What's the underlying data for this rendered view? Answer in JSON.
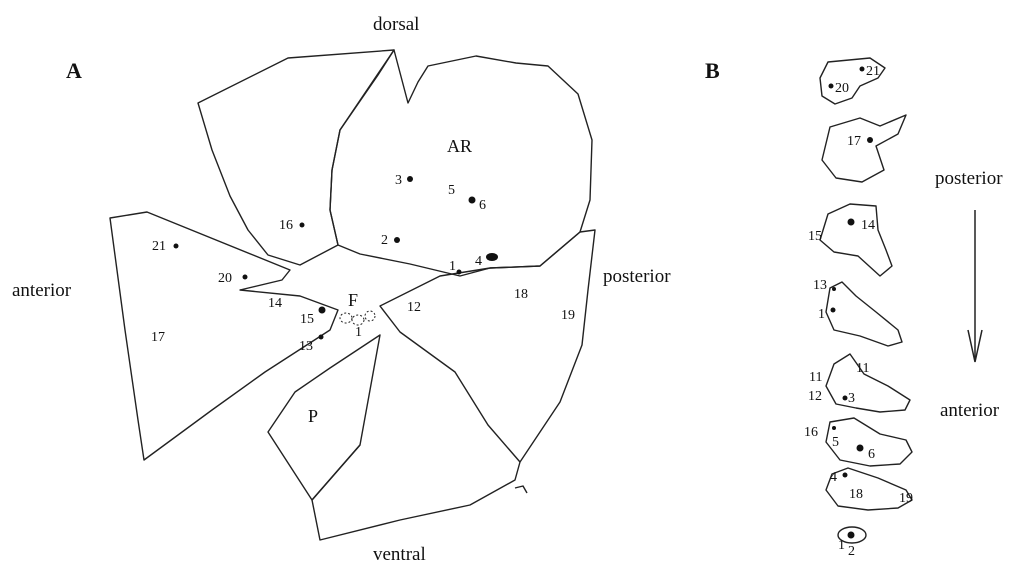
{
  "panel_a": {
    "label": "A",
    "orientation": {
      "dorsal": "dorsal",
      "ventral": "ventral",
      "anterior": "anterior",
      "posterior": "posterior"
    },
    "regions": {
      "ar": "AR",
      "f": "F",
      "p": "P"
    },
    "sites": [
      "1",
      "2",
      "3",
      "4",
      "5",
      "6",
      "12",
      "13",
      "14",
      "15",
      "16",
      "17",
      "18",
      "19",
      "20",
      "21",
      "1"
    ]
  },
  "panel_b": {
    "label": "B",
    "axis": {
      "top": "posterior",
      "bottom": "anterior"
    },
    "sites": [
      "21",
      "20",
      "17",
      "15",
      "14",
      "13",
      "1",
      "11",
      "11",
      "12",
      "3",
      "16",
      "5",
      "6",
      "4",
      "18",
      "19",
      "1",
      "2"
    ]
  }
}
